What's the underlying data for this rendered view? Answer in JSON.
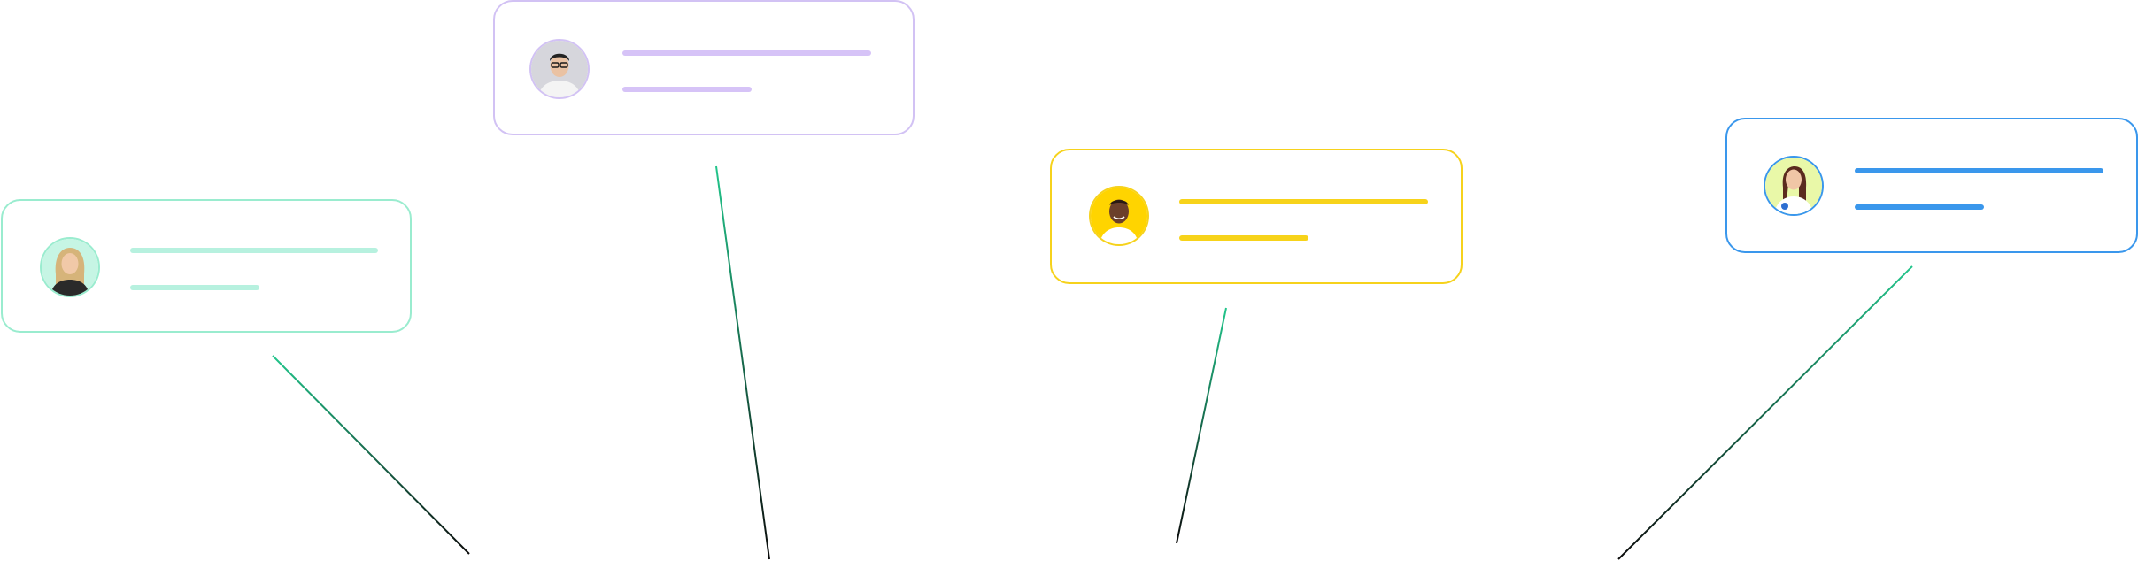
{
  "cards": [
    {
      "id": "mint",
      "accent": "#b7f1df",
      "border": "#9aeccf",
      "avatar_bg": "#c6f5e4",
      "hair": "#d6b47a",
      "shirt": "#2a2a2a",
      "skin": "#f1c9a8",
      "lines": 2
    },
    {
      "id": "lavender",
      "accent": "#d6c3f7",
      "border": "#d2c2f4",
      "avatar_bg": "#d6d6dc",
      "hair": "#222222",
      "shirt": "#f4f4f4",
      "skin": "#eac2a3",
      "lines": 2
    },
    {
      "id": "yellow",
      "accent": "#f7d31a",
      "border": "#f6d21c",
      "avatar_bg": "#ffd400",
      "hair": "#2a1a12",
      "shirt": "#ffffff",
      "skin": "#6b3f2a",
      "lines": 2
    },
    {
      "id": "blue",
      "accent": "#3a97ec",
      "border": "#3a97ec",
      "avatar_bg": "#e9f8a8",
      "hair": "#5a2b1e",
      "shirt": "#ffffff",
      "skin": "#f0c6a6",
      "lines": 2
    }
  ],
  "connector_gradient": {
    "start": "#22c58b",
    "end": "#0b0b0b"
  }
}
